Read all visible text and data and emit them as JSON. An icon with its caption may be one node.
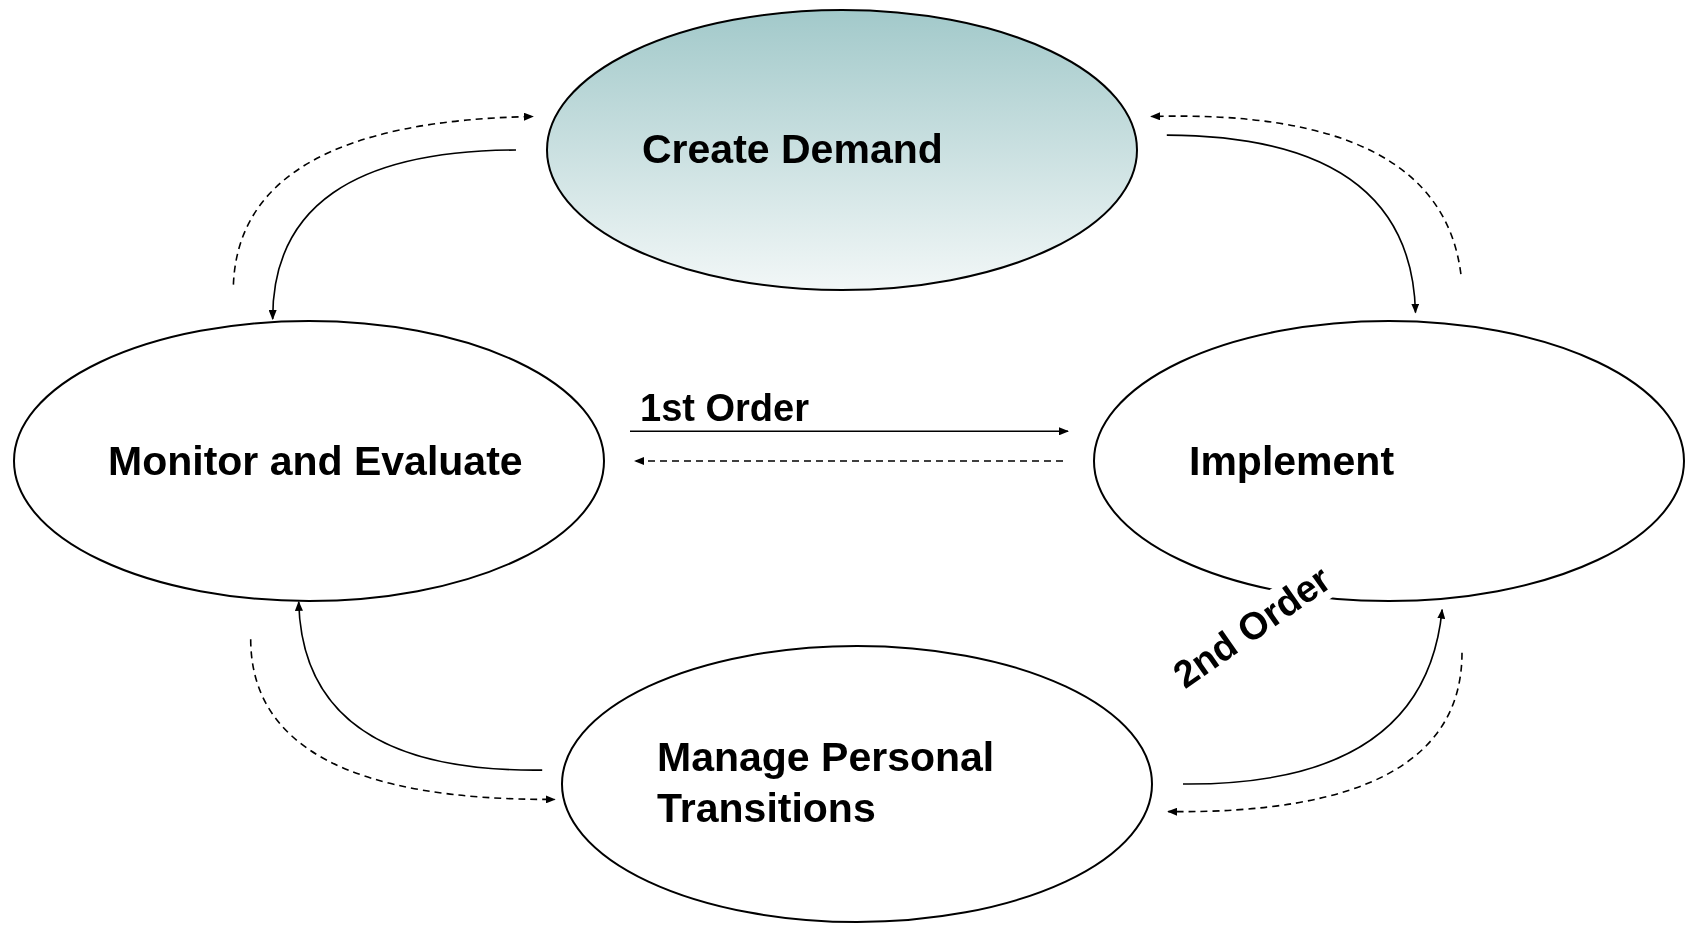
{
  "diagram": {
    "nodes": [
      {
        "text": [
          "Create Demand"
        ]
      },
      {
        "text": [
          "Monitor and Evaluate"
        ]
      },
      {
        "text": [
          "Implement"
        ]
      },
      {
        "text": [
          "Manage Personal Transitions"
        ]
      }
    ],
    "edges": [
      {
        "from": 0,
        "to": 1,
        "arrow": "to"
      },
      {
        "from": 1,
        "to": 0,
        "arrow": "to",
        "style": "dashed"
      },
      {
        "from": 0,
        "to": 2,
        "arrow": "to"
      },
      {
        "from": 2,
        "to": 0,
        "arrow": "to",
        "style": "dashed"
      },
      {
        "from": 1,
        "to": 2,
        "arrow": "to",
        "label": "1st Order"
      },
      {
        "from": 2,
        "to": 1,
        "arrow": "to",
        "style": "dashed"
      },
      {
        "from": 3,
        "to": 2,
        "arrow": "to",
        "label": "2nd Order"
      },
      {
        "from": 2,
        "to": 3,
        "arrow": "to",
        "style": "dashed"
      },
      {
        "from": 3,
        "to": 1,
        "arrow": "to"
      },
      {
        "from": 1,
        "to": 3,
        "arrow": "to",
        "style": "dashed"
      }
    ]
  }
}
